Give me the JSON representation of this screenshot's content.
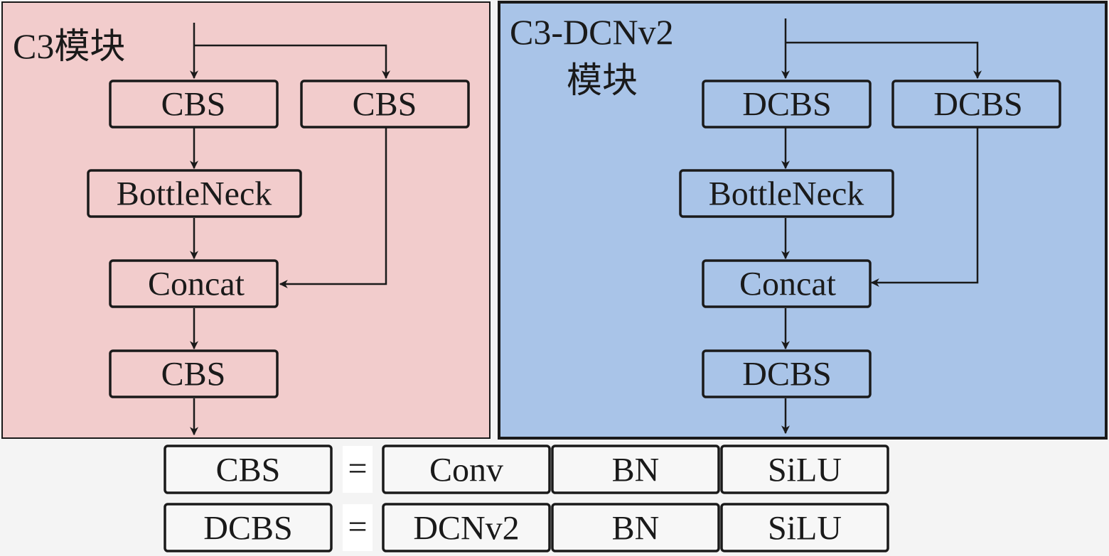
{
  "colors": {
    "c3_panel": "#f2cccc",
    "dcn_panel": "#a9c4e8",
    "legend_bg": "#f7f7f7",
    "stroke": "#1a1a1a"
  },
  "c3_panel": {
    "title": "C3模块",
    "nodes": {
      "cbs_left": "CBS",
      "cbs_right": "CBS",
      "bottleneck": "BottleNeck",
      "concat": "Concat",
      "cbs_out": "CBS"
    }
  },
  "dcn_panel": {
    "title_line1": "C3-DCNv2",
    "title_line2": "模块",
    "nodes": {
      "dcbs_left": "DCBS",
      "dcbs_right": "DCBS",
      "bottleneck": "BottleNeck",
      "concat": "Concat",
      "dcbs_out": "DCBS"
    }
  },
  "legend": {
    "rows": [
      {
        "name": "CBS",
        "equals": "=",
        "parts": [
          "Conv",
          "BN",
          "SiLU"
        ]
      },
      {
        "name": "DCBS",
        "equals": "=",
        "parts": [
          "DCNv2",
          "BN",
          "SiLU"
        ]
      }
    ]
  }
}
